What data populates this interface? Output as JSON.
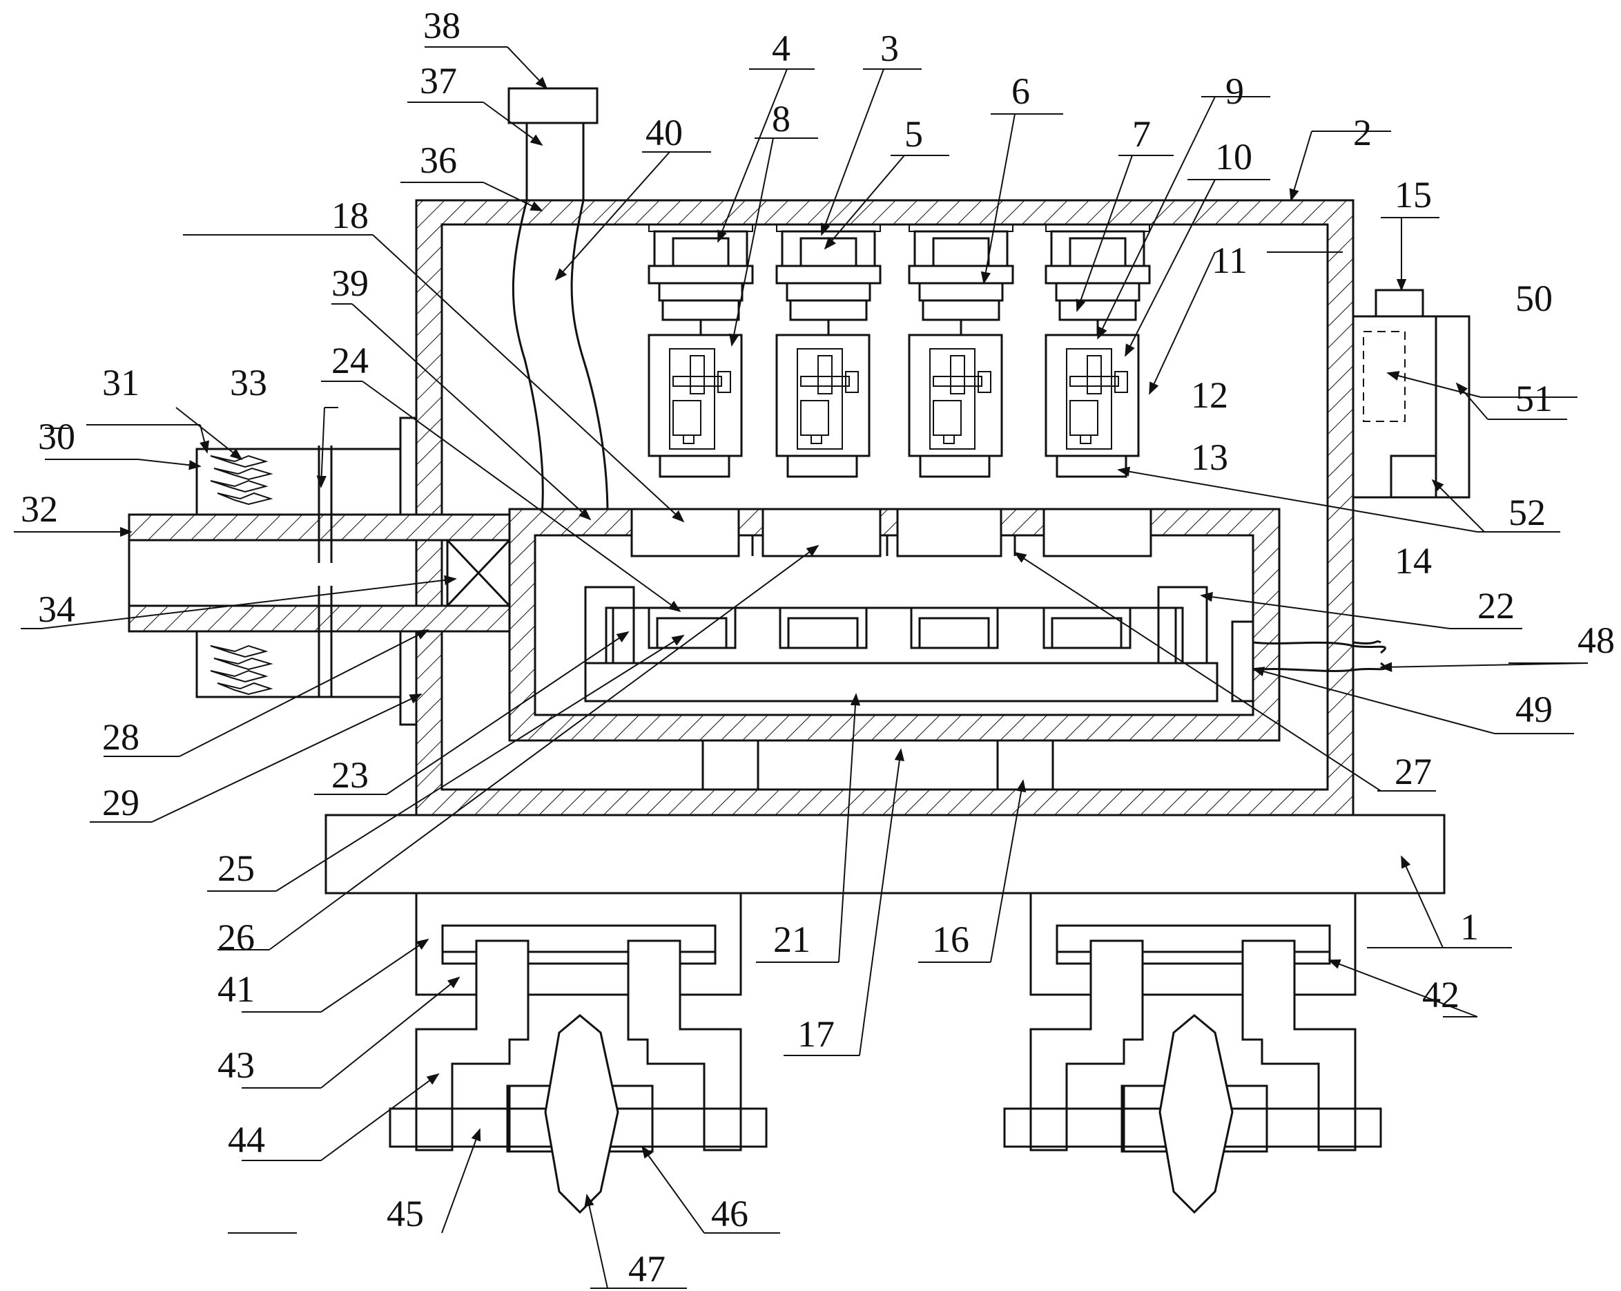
{
  "labels": {
    "l1": "1",
    "l2": "2",
    "l3": "3",
    "l4": "4",
    "l5": "5",
    "l6": "6",
    "l7": "7",
    "l8": "8",
    "l9": "9",
    "l10": "10",
    "l11": "11",
    "l12": "12",
    "l13": "13",
    "l14": "14",
    "l15": "15",
    "l16": "16",
    "l17": "17",
    "l18": "18",
    "l21": "21",
    "l22": "22",
    "l23": "23",
    "l24": "24",
    "l25": "25",
    "l26": "26",
    "l27": "27",
    "l28": "28",
    "l29": "29",
    "l30": "30",
    "l31": "31",
    "l32": "32",
    "l33": "33",
    "l34": "34",
    "l36": "36",
    "l37": "37",
    "l38": "38",
    "l39": "39",
    "l40": "40",
    "l41": "41",
    "l42": "42",
    "l43": "43",
    "l44": "44",
    "l45": "45",
    "l46": "46",
    "l47": "47",
    "l48": "48",
    "l49": "49",
    "l50": "50",
    "l51": "51",
    "l52": "52"
  },
  "colors": {
    "line": "#111111",
    "background": "#ffffff"
  }
}
